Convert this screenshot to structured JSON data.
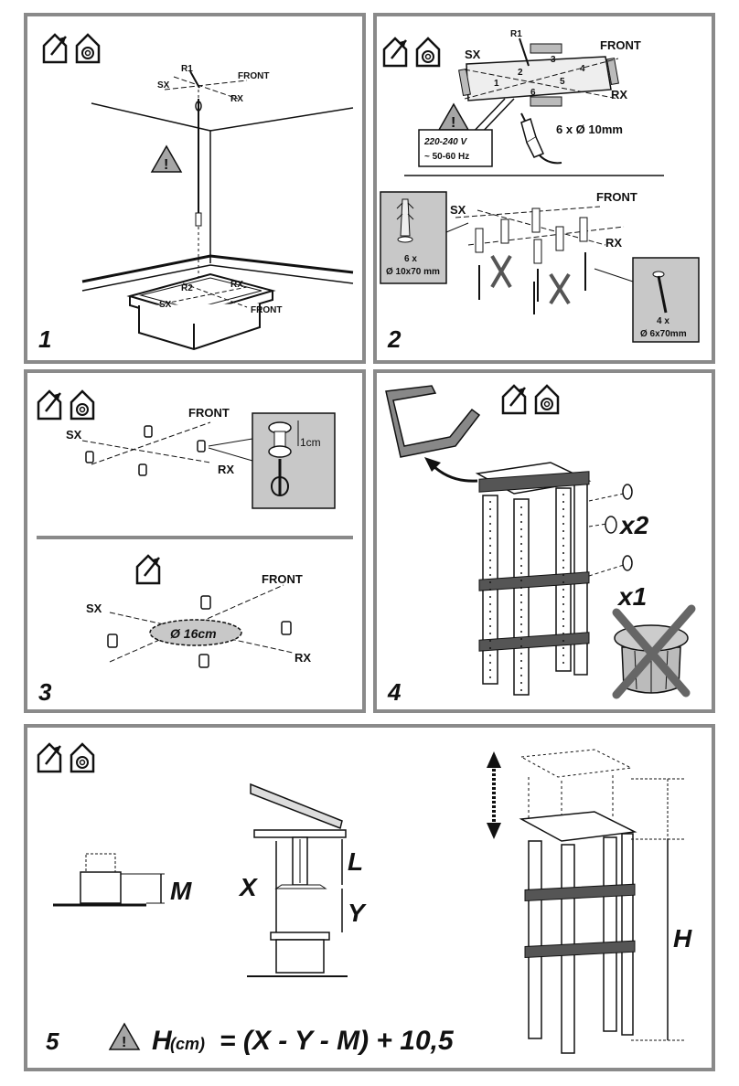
{
  "panels": [
    {
      "step": "1",
      "labels": {
        "r1": "R1",
        "sx": "SX",
        "front": "FRONT",
        "rx": "RX",
        "r2": "R2",
        "sx2": "SX",
        "rx2": "RX",
        "front2": "FRONT"
      }
    },
    {
      "step": "2",
      "labels": {
        "r1": "R1",
        "sx": "SX",
        "front": "FRONT",
        "rx": "RX",
        "n1": "1",
        "n2": "2",
        "n3": "3",
        "n4": "4",
        "n5": "5",
        "n6": "6",
        "voltage": "220-240 V",
        "freq": "~ 50-60 Hz",
        "drill": "6 x Ø 10mm",
        "sx2": "SX",
        "front2": "FRONT",
        "rx2": "RX",
        "plug_qty": "6 x",
        "plug_size": "Ø 10x70 mm",
        "screw_qty": "4 x",
        "screw_size": "Ø 6x70mm"
      }
    },
    {
      "step": "3",
      "labels": {
        "front": "FRONT",
        "sx": "SX",
        "rx": "RX",
        "gap": "1cm",
        "front2": "FRONT",
        "sx2": "SX",
        "rx2": "RX",
        "diameter": "Ø 16cm"
      }
    },
    {
      "step": "4",
      "labels": {
        "x2": "x2",
        "x1": "x1"
      }
    },
    {
      "step": "5",
      "labels": {
        "m": "M",
        "x": "X",
        "l": "L",
        "y": "Y",
        "h": "H"
      },
      "formula": {
        "lhs": "H",
        "sub": "(cm)",
        "rhs": "= (X - Y - M) + 10,5"
      }
    }
  ],
  "icons": [
    "house-arrow-icon",
    "house-spiral-icon",
    "warning-icon"
  ],
  "colors": {
    "border": "#8a8a8a",
    "fill_gray": "#c8c8c8",
    "ink": "#111111"
  }
}
